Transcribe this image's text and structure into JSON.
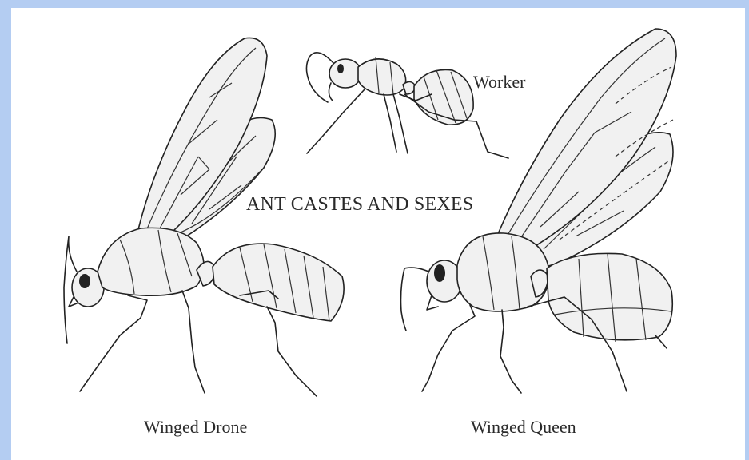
{
  "diagram": {
    "title": "ANT CASTES AND SEXES",
    "labels": {
      "worker": "Worker",
      "drone": "Winged Drone",
      "queen": "Winged Queen"
    },
    "colors": {
      "background": "#b4cdf2",
      "panel": "#ffffff",
      "ink": "#222222",
      "fill": "#f1f1f1"
    }
  }
}
